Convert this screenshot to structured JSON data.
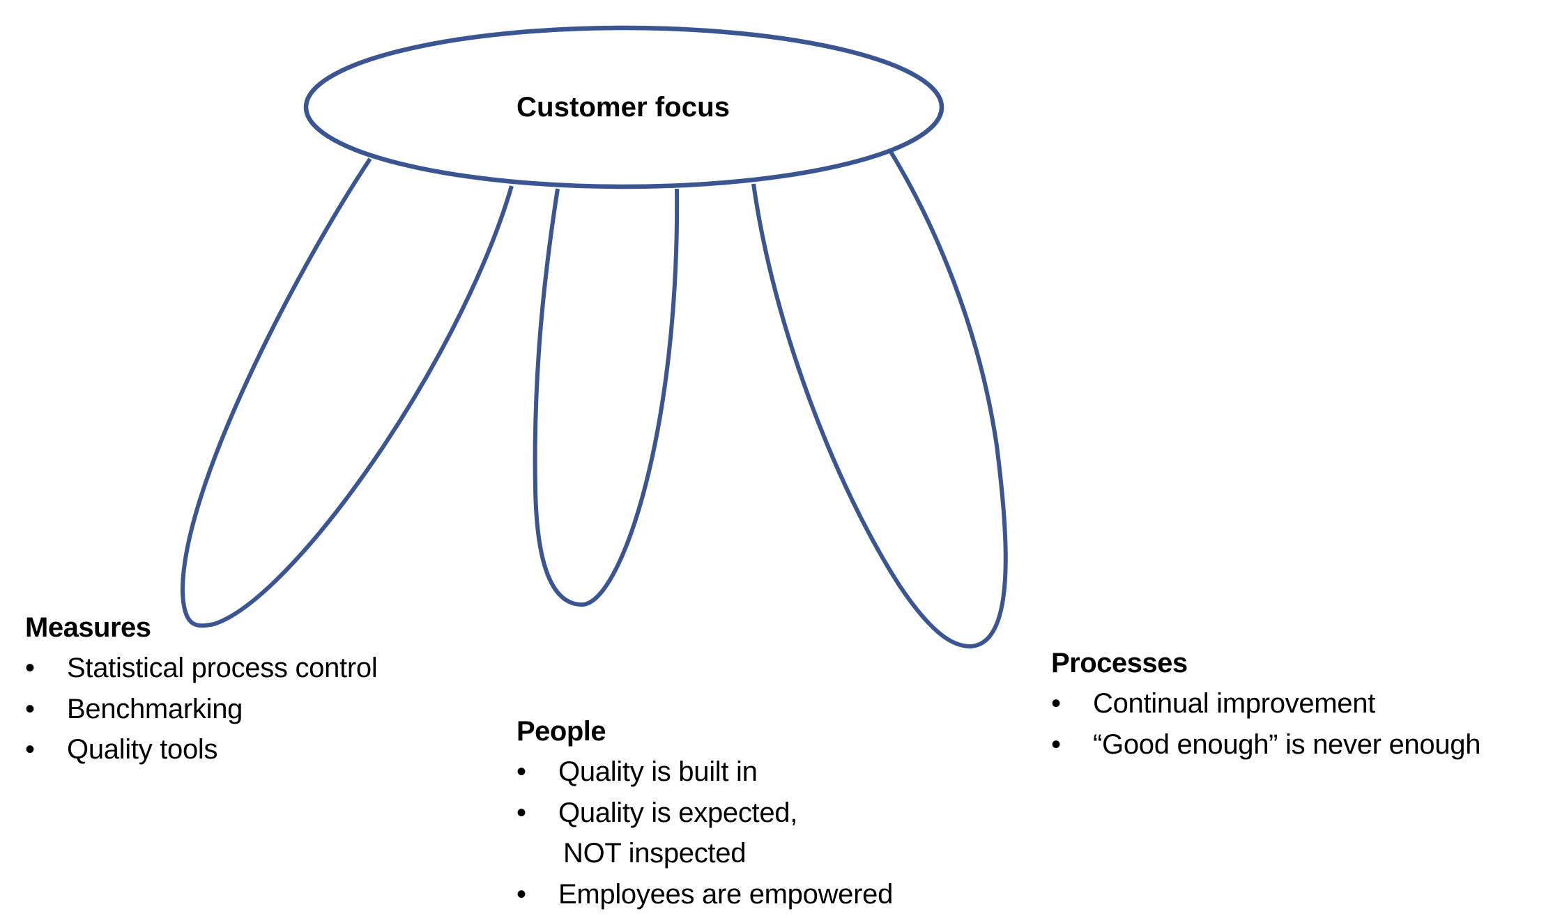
{
  "diagram": {
    "title": "Customer focus",
    "stroke_color": "#3A5591",
    "legs": [
      {
        "heading": "Measures",
        "items": [
          {
            "text": "Statistical process control"
          },
          {
            "text": "Benchmarking"
          },
          {
            "text": "Quality tools"
          }
        ]
      },
      {
        "heading": "People",
        "items": [
          {
            "text": "Quality is built in"
          },
          {
            "text": "Quality is expected,",
            "continuation": "NOT inspected"
          },
          {
            "text": "Employees are empowered"
          }
        ]
      },
      {
        "heading": "Processes",
        "items": [
          {
            "text": "Continual improvement"
          },
          {
            "text": "“Good enough” is never enough"
          }
        ]
      }
    ],
    "bullet_glyph": "•"
  }
}
